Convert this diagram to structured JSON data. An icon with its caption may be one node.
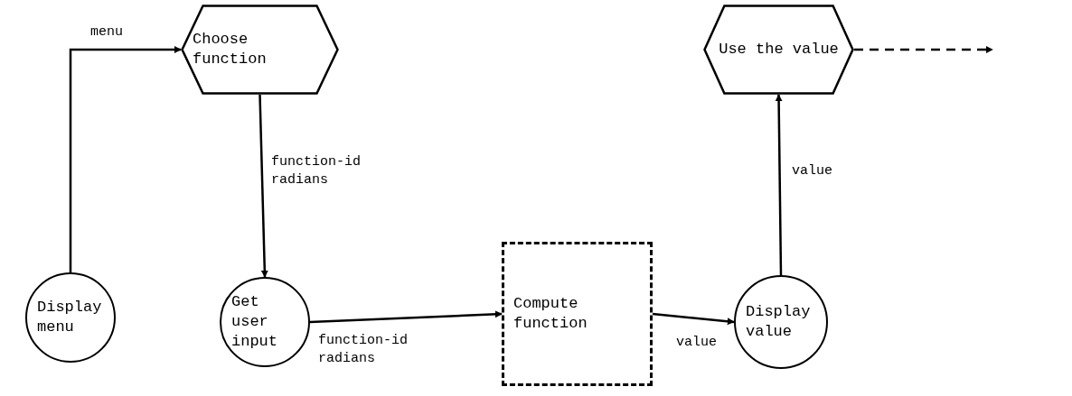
{
  "diagram": {
    "nodes": [
      {
        "text": [
          "Display menu"
        ]
      },
      {
        "text": [
          "Choose function"
        ]
      },
      {
        "text": [
          "Get user input"
        ]
      },
      {
        "text": [
          "Compute function"
        ]
      },
      {
        "text": [
          "Display value"
        ]
      },
      {
        "text": [
          "Use the value"
        ]
      }
    ],
    "edges": [
      {
        "from": 0,
        "to": 1,
        "arrow": "to",
        "label": "menu"
      },
      {
        "from": 1,
        "to": 2,
        "arrow": "to",
        "label": "function-id radians"
      },
      {
        "from": 2,
        "to": 3,
        "arrow": "to",
        "label": "function-id radians"
      },
      {
        "from": 3,
        "to": 4,
        "arrow": "to",
        "label": "value"
      },
      {
        "from": 4,
        "to": 5,
        "arrow": "to",
        "label": "value"
      },
      {
        "from": 5,
        "to": null,
        "arrow": "to",
        "style": "dashed"
      }
    ]
  }
}
